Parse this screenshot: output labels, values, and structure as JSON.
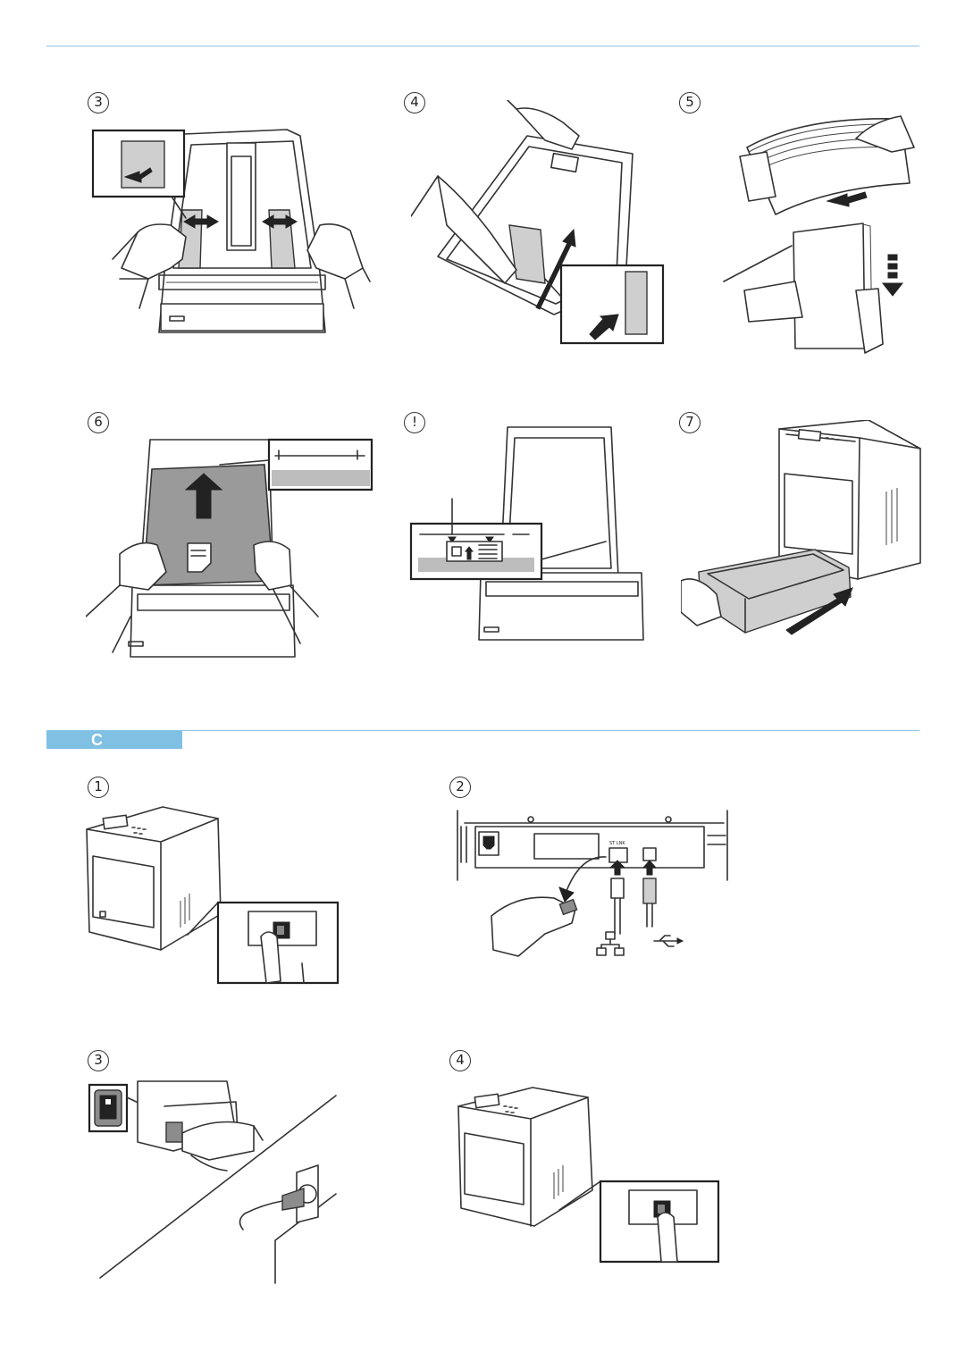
{
  "section": {
    "letter": "C"
  },
  "steps_top": [
    {
      "number": "3"
    },
    {
      "number": "4"
    },
    {
      "number": "5"
    },
    {
      "number": "6"
    },
    {
      "number": "!"
    },
    {
      "number": "7"
    }
  ],
  "steps_bottom": [
    {
      "number": "1"
    },
    {
      "number": "2"
    },
    {
      "number": "3"
    },
    {
      "number": "4"
    }
  ],
  "port_labels": {
    "ethernet": "ST LNK"
  },
  "colors": {
    "rule": "#8fc3e6",
    "section_tab": "#7fc0e3",
    "paper_fill": "#9a9a9a",
    "panel_grey": "#cfcfcf"
  },
  "icons": [
    "arrow-icon",
    "network-icon",
    "usb-icon",
    "power-plug-icon",
    "power-switch-icon",
    "paper-orientation-icon"
  ]
}
